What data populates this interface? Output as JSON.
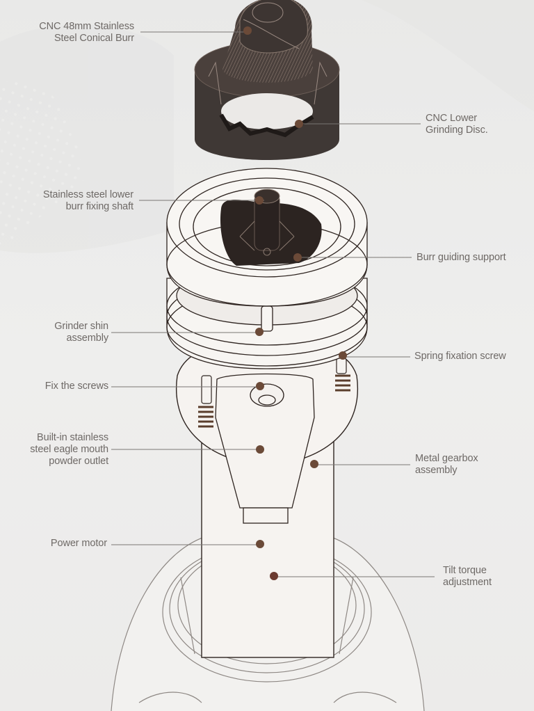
{
  "diagram": {
    "subject": "Electric coffee grinder exploded view",
    "colors": {
      "background": "#ebebea",
      "text": "#6e6966",
      "leader_line": "#7a7673",
      "marker_dot": "#6b4a38",
      "burr_dark": "#3f3835",
      "outline": "#2e2420",
      "body_fill": "#f6f3f0"
    },
    "callouts": [
      {
        "id": "c1",
        "side": "left",
        "lines": [
          "CNC 48mm Stainless",
          "Steel Conical Burr"
        ]
      },
      {
        "id": "c2",
        "side": "right",
        "lines": [
          "CNC Lower",
          "Grinding Disc."
        ]
      },
      {
        "id": "c3",
        "side": "left",
        "lines": [
          "Stainless steel lower",
          "burr fixing shaft"
        ]
      },
      {
        "id": "c4",
        "side": "right",
        "lines": [
          "Burr guiding support"
        ]
      },
      {
        "id": "c5",
        "side": "left",
        "lines": [
          "Grinder shin",
          "assembly"
        ]
      },
      {
        "id": "c6",
        "side": "right",
        "lines": [
          "Spring fixation screw"
        ]
      },
      {
        "id": "c7",
        "side": "left",
        "lines": [
          "Fix the screws"
        ]
      },
      {
        "id": "c8",
        "side": "left",
        "lines": [
          "Built-in stainless",
          "steel eagle mouth",
          "powder outlet"
        ]
      },
      {
        "id": "c9",
        "side": "right",
        "lines": [
          "Metal gearbox",
          "assembly"
        ]
      },
      {
        "id": "c10",
        "side": "left",
        "lines": [
          "Power motor"
        ]
      },
      {
        "id": "c11",
        "side": "right",
        "lines": [
          "Tilt torque",
          "adjustment"
        ]
      }
    ]
  }
}
